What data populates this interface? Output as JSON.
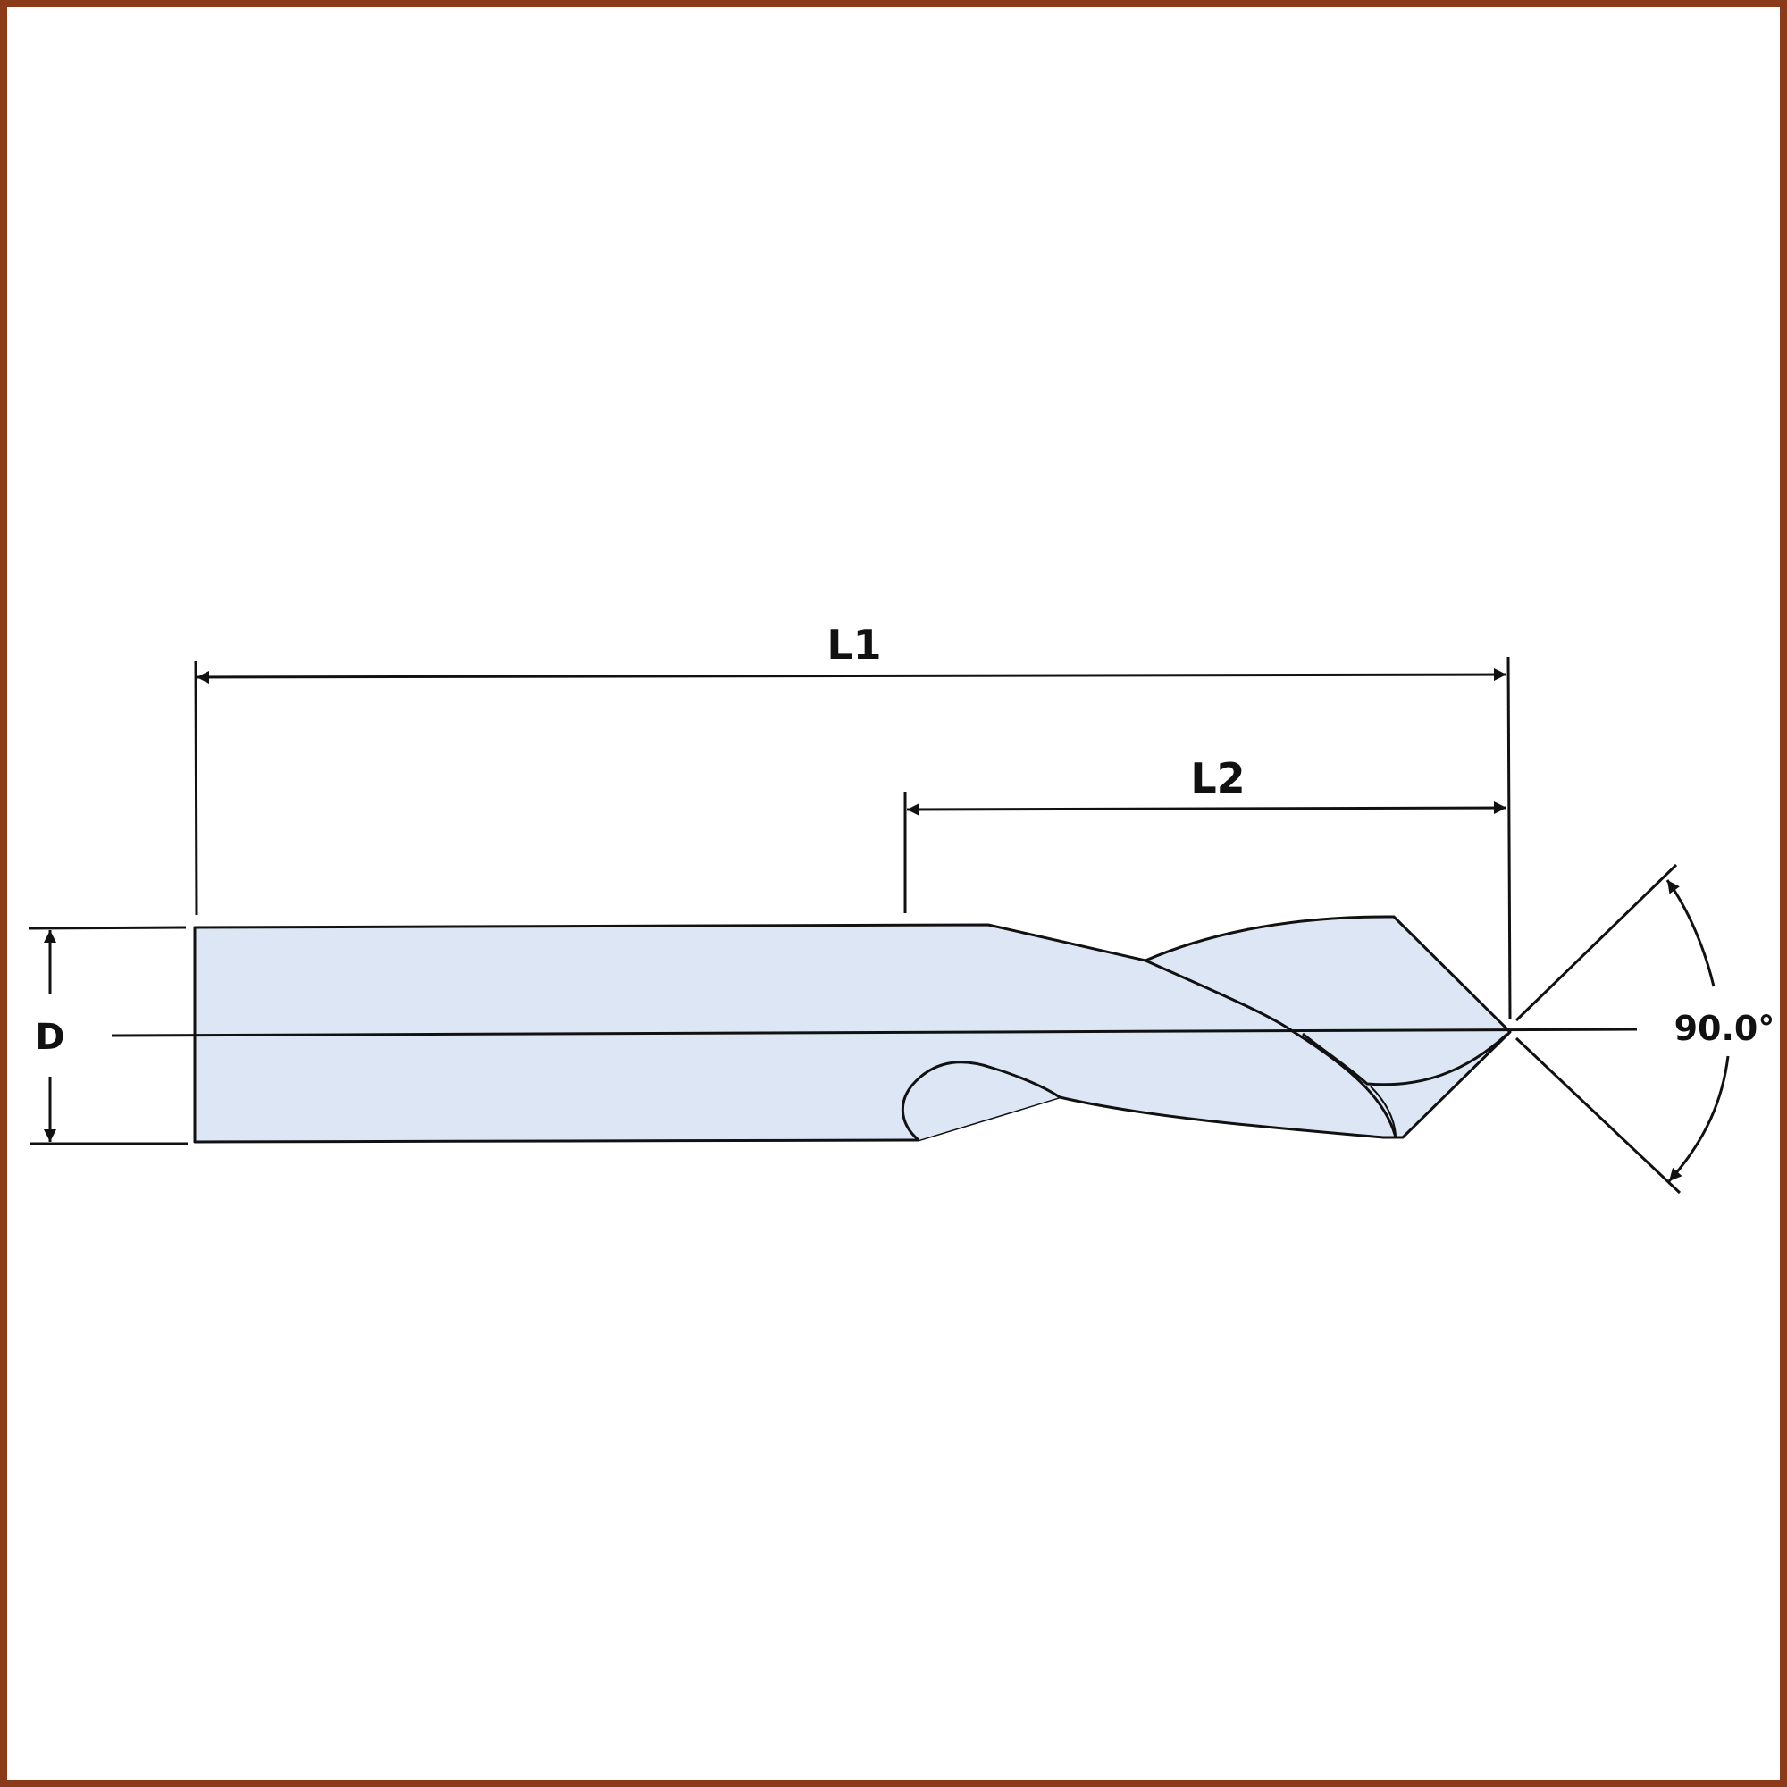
{
  "colors": {
    "frame": "#8b3a1a",
    "body_fill": "#dde6f4",
    "line": "#111111",
    "background": "#ffffff"
  },
  "labels": {
    "overall_length": "L1",
    "flute_length": "L2",
    "diameter": "D",
    "point_angle": "90.0°"
  }
}
